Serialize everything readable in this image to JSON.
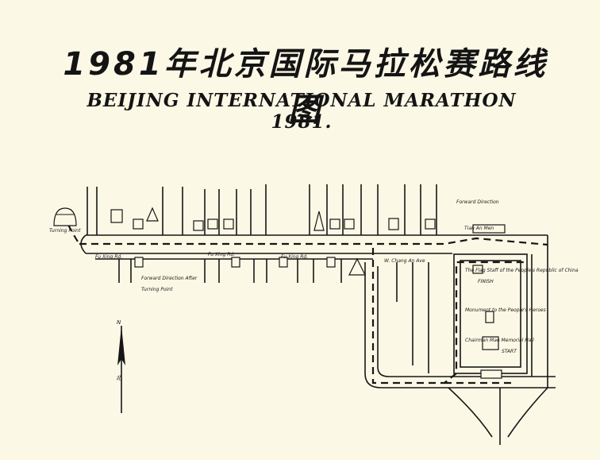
{
  "title_cn": "1981年北京国际马拉松赛路线图",
  "title_en": "BEIJING INTERNATIONAL MARATHON 1981.",
  "labels": {
    "turning_point_top": "Turning Point",
    "forward_direction_top": "Forward Direction",
    "forward_direction_after": "Forward Direction After",
    "turning_point_after": "Turning Point",
    "fu_xing_rd_left": "Fu Xing Rd.",
    "fu_xing_rd_mid": "Fu Xing Rd.",
    "fu_xing_rd_right": "Fu Xing Rd.",
    "w_chang_an": "W. Chang An Ave",
    "tiananmen": "Tian An Men",
    "flag_staff": "The Flag Staff of the People's Republic of China",
    "finish": "FINISH",
    "monument": "Monument to the People's Heroes",
    "memorial_hall": "Chairman Mao Memorial Hall",
    "start": "START",
    "north": "N",
    "north_cn": "北"
  }
}
